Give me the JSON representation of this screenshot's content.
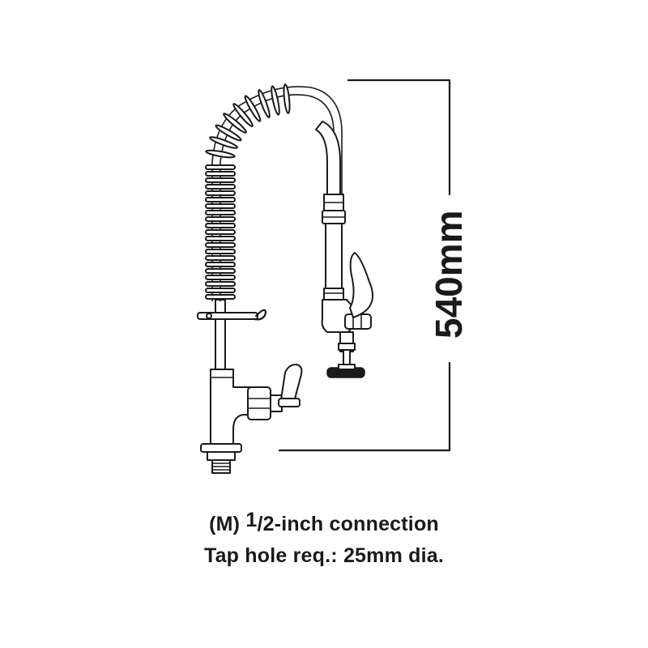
{
  "dimension": {
    "height_label": "540mm"
  },
  "caption": {
    "line1_prefix": "(M) ",
    "line1_numerator": "1",
    "line1_rest": "/2-inch connection",
    "line2": "Tap hole req.: 25mm dia."
  },
  "colors": {
    "stroke": "#1a1a1a",
    "background": "#ffffff"
  }
}
